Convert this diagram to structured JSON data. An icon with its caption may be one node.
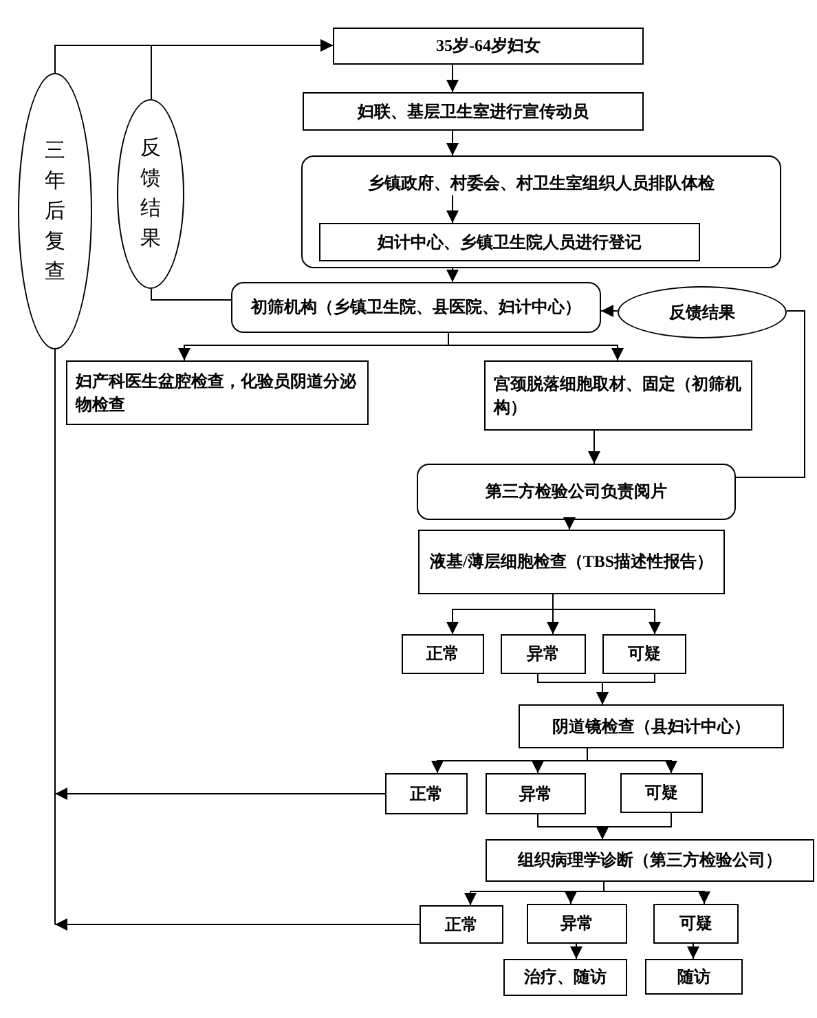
{
  "diagram": {
    "nodes": [
      {
        "text": [
          "35岁-64岁妇女"
        ]
      },
      {
        "text": [
          "妇联、基层卫生室进行宣传动员"
        ]
      },
      {
        "text": [],
        "shape": "box"
      },
      {
        "text": [
          "妇计中心、乡镇卫生院人员进行登记"
        ],
        "in": 2
      },
      {
        "text": [
          "初筛机构（乡镇卫生院、县医院、妇计中心）"
        ]
      },
      {
        "text": [
          "反馈结果"
        ]
      },
      {
        "text": [
          "妇产科医生盆腔检查，化验员阴道分泌物检查"
        ]
      },
      {
        "text": [
          "宫颈脱落细胞取材、固定（初筛机构）"
        ]
      },
      {
        "text": [
          "第三方检验公司负责阅片"
        ]
      },
      {
        "text": [
          "液基/薄层细胞检查（TBS描述性报告）"
        ]
      },
      {
        "text": [
          "正常"
        ]
      },
      {
        "text": [
          "异常"
        ]
      },
      {
        "text": [
          "可疑"
        ]
      },
      {
        "text": [
          "阴道镜检查（县妇计中心）"
        ]
      },
      {
        "text": [
          "正常"
        ]
      },
      {
        "text": [
          "异常"
        ]
      },
      {
        "text": [
          "可疑"
        ]
      },
      {
        "text": [
          "组织病理学诊断（第三方检验公司）"
        ]
      },
      {
        "text": [
          "正常"
        ]
      },
      {
        "text": [
          "异常"
        ]
      },
      {
        "text": [
          "可疑"
        ]
      },
      {
        "text": [
          "治疗、随访"
        ]
      },
      {
        "text": [
          "随访"
        ]
      },
      {
        "text": [
          "三年后复查"
        ]
      },
      {
        "text": [
          "反馈结果"
        ]
      },
      {
        "text": [
          "乡镇政府、村委会、村卫生室组织人员排队体检"
        ],
        "in": 2
      }
    ],
    "edges": [
      {
        "from": 0,
        "to": 1,
        "arrow": "to"
      },
      {
        "from": 1,
        "to": 2,
        "arrow": "to"
      },
      {
        "from": 25,
        "to": 3,
        "arrow": "to"
      },
      {
        "from": 2,
        "to": 4,
        "arrow": "to"
      },
      {
        "from": 4,
        "to": 6,
        "arrow": "to"
      },
      {
        "from": 4,
        "to": 7,
        "arrow": "to"
      },
      {
        "from": 7,
        "to": 8,
        "arrow": "to"
      },
      {
        "from": 8,
        "to": 9,
        "arrow": "to"
      },
      {
        "from": 8,
        "to": 5,
        "arrow": "none"
      },
      {
        "from": 5,
        "to": 4,
        "arrow": "to"
      },
      {
        "from": 9,
        "to": 10,
        "arrow": "to"
      },
      {
        "from": 9,
        "to": 11,
        "arrow": "to"
      },
      {
        "from": 9,
        "to": 12,
        "arrow": "to"
      },
      {
        "from": 11,
        "to": 13,
        "arrow": "to"
      },
      {
        "from": 12,
        "to": 13,
        "arrow": "to"
      },
      {
        "from": 13,
        "to": 14,
        "arrow": "to"
      },
      {
        "from": 13,
        "to": 15,
        "arrow": "to"
      },
      {
        "from": 13,
        "to": 16,
        "arrow": "to"
      },
      {
        "from": 15,
        "to": 17,
        "arrow": "to"
      },
      {
        "from": 16,
        "to": 17,
        "arrow": "to"
      },
      {
        "from": 17,
        "to": 18,
        "arrow": "to"
      },
      {
        "from": 17,
        "to": 19,
        "arrow": "to"
      },
      {
        "from": 17,
        "to": 20,
        "arrow": "to"
      },
      {
        "from": 19,
        "to": 21,
        "arrow": "to"
      },
      {
        "from": 20,
        "to": 22,
        "arrow": "to"
      },
      {
        "from": 14,
        "to": null,
        "arrow": "to"
      },
      {
        "from": 18,
        "to": null,
        "arrow": "to"
      },
      {
        "from": null,
        "to": 23,
        "arrow": "none"
      },
      {
        "from": 23,
        "to": 0,
        "arrow": "to"
      },
      {
        "from": 24,
        "to": 0,
        "arrow": "to"
      },
      {
        "from": 24,
        "to": 4,
        "arrow": "none"
      }
    ]
  }
}
